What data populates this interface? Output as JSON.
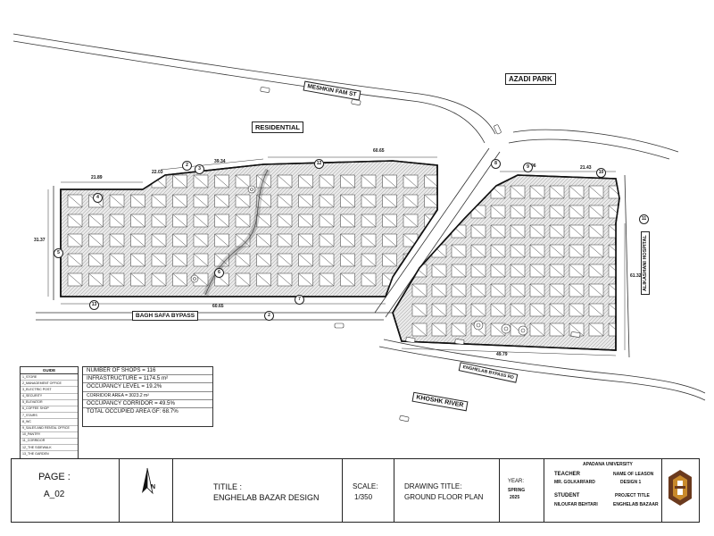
{
  "site_labels": {
    "azadi_park": "AZADI PARK",
    "meshkin_fam": "MESHKIN FAM ST",
    "residential": "RESIDENTIAL",
    "bagh_safa": "BAGH SAFA BYPASS",
    "khoshk_river": "KHOSHK RIVER",
    "enghelab_bypass": "ENGHELAB BYPASS RD",
    "alikashani": "ALIKASHANI HOSPITAL"
  },
  "dimensions": {
    "d1": "60.65",
    "d2": "21.89",
    "d3": "22.03",
    "d4": "39.34",
    "d5": "31.37",
    "d6": "60.65",
    "d7": "12.96",
    "d8": "21.43",
    "d9": "61.32",
    "d10": "49.79"
  },
  "markers": [
    "2",
    "3",
    "4",
    "5",
    "6",
    "7",
    "8",
    "9",
    "10",
    "11",
    "12",
    "13"
  ],
  "guide": {
    "title": "GUIDE",
    "items": [
      "1_STORE",
      "2_MANAGEMENT OFFICE",
      "3_ELECTRIC POST",
      "4_SECURITY",
      "5_ELEVATOR",
      "6_COFFEE SHOP",
      "7_STAIRS",
      "8_WC",
      "9_SALES AND RENTAL OFFICE",
      "10_PANTRY",
      "11_CORRIDOR",
      "12_THE SIDEWALK",
      "13_THE GARDEN"
    ]
  },
  "stats": {
    "shops": "NUMBER OF SHOPS = 116",
    "infrastructure": "INFRASTRUCTURE = 1174.5 m²",
    "occupancy_level": "OCCUPANCY LEVEL = 19.2%",
    "corridor_area": "CORRIDOR AREA = 3023.2 m²",
    "occupancy_corridor": "OCCUPANCY CORRIDOR = 49.5%",
    "total_area": "TOTAL OCCUPIED AREA GF: 68.7%"
  },
  "title_block": {
    "page_label": "PAGE :",
    "page_value": "A_02",
    "north": "N",
    "title_label": "TITILE :",
    "title_value": "ENGHELAB BAZAR DESIGN",
    "scale_label": "SCALE:",
    "scale_value": "1/350",
    "drawing_label": "DRAWING TITLE:",
    "drawing_value": "GROUND FLOOR PLAN",
    "year_label": "YEAR:",
    "year_value_1": "SPRING",
    "year_value_2": "2025",
    "university": "APADANA UNIVERSITY",
    "teacher_label": "TEACHER",
    "teacher_value": "MR. GOLKARFARD",
    "lesson_label": "NAME OF LEASON",
    "lesson_value": "DESIGN 1",
    "student_label": "STUDENT",
    "student_value": "NILOUFAR BEHTARI",
    "project_label": "PROJECT TITLE",
    "project_value": "ENGHELAB BAZAAR"
  }
}
